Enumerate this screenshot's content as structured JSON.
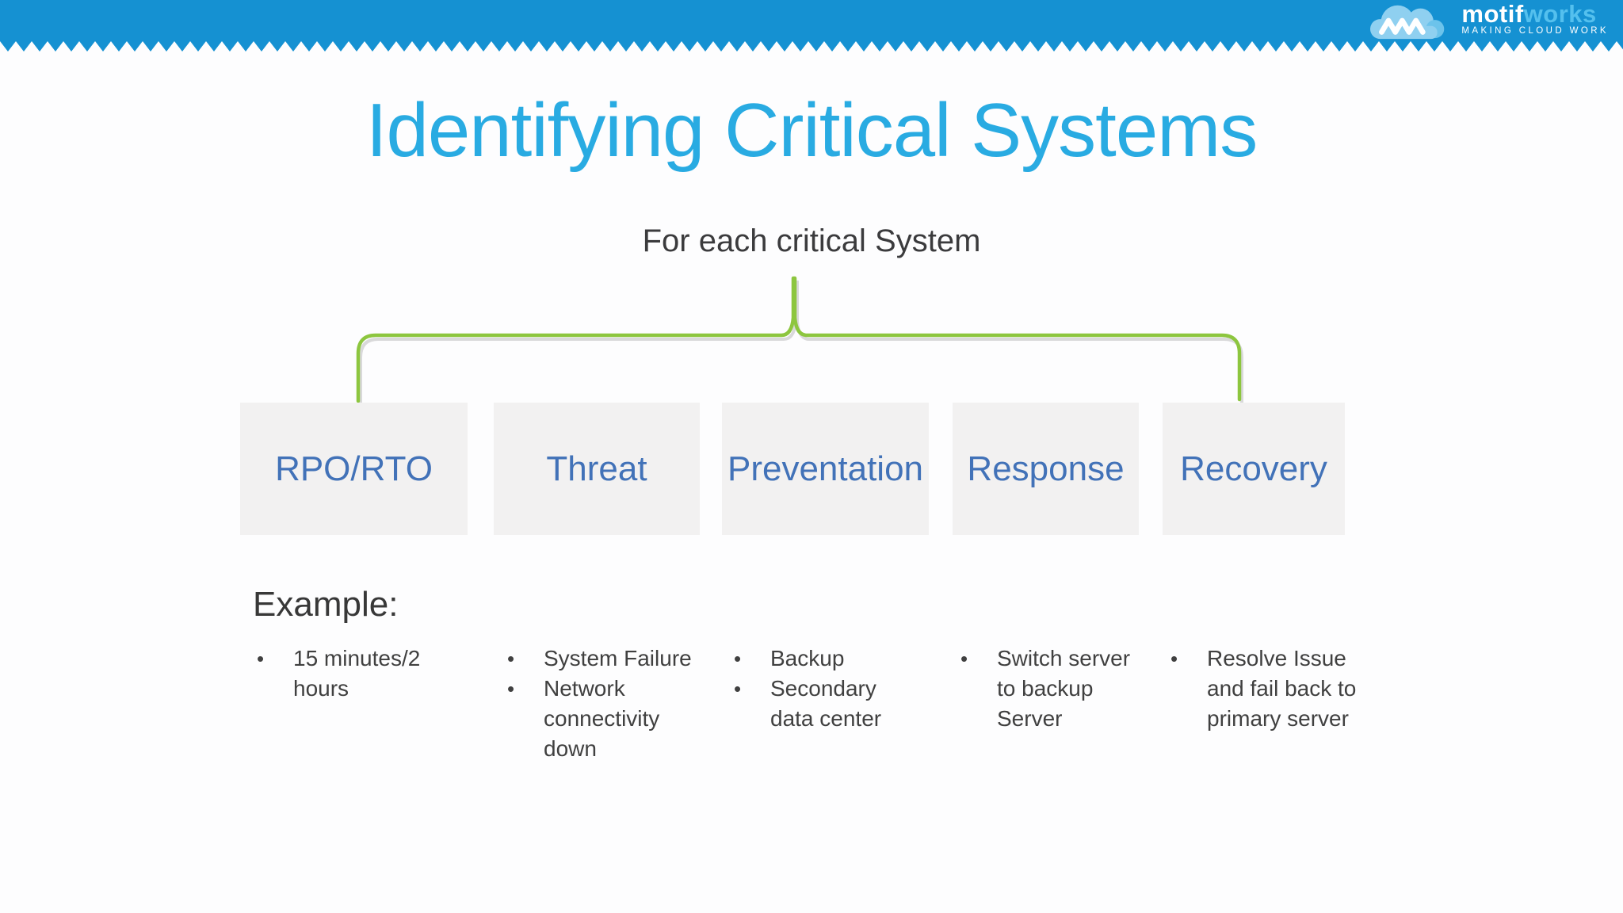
{
  "header": {
    "logo": {
      "icon": "cloud-mw-zigzag",
      "brand_bold": "motif",
      "brand_light": "works",
      "tagline": "MAKING CLOUD WORK"
    }
  },
  "slide": {
    "title": "Identifying Critical Systems",
    "subtitle": "For each critical System",
    "categories": [
      {
        "label": "RPO/RTO"
      },
      {
        "label": "Threat"
      },
      {
        "label": "Preventation"
      },
      {
        "label": "Response"
      },
      {
        "label": "Recovery"
      }
    ],
    "example": {
      "heading": "Example:",
      "columns": [
        {
          "items": [
            "15 minutes/2 hours"
          ]
        },
        {
          "items": [
            "System Failure",
            "Network connectivity down"
          ]
        },
        {
          "items": [
            "Backup",
            "Secondary data center"
          ]
        },
        {
          "items": [
            "Switch server to backup Server"
          ]
        },
        {
          "items": [
            "Resolve Issue and fail back to primary server"
          ]
        }
      ]
    }
  },
  "colors": {
    "header_blue": "#1591d2",
    "title_blue": "#29abe2",
    "box_fill": "#f2f1f1",
    "box_text_blue": "#4272b8",
    "brace_green": "#8dc63f",
    "body_text": "#404040"
  }
}
